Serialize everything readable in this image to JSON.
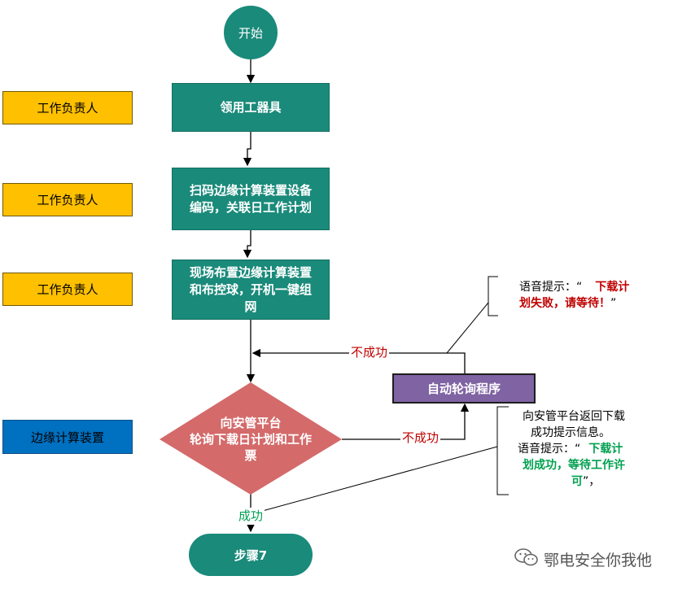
{
  "start": "开始",
  "end": "步骤7",
  "roles": [
    "工作负责人",
    "工作负责人",
    "工作负责人",
    "边缘计算装置"
  ],
  "steps": {
    "s1": "领用工器具",
    "s2_l1": "扫码边缘计算装置设备",
    "s2_l2": "编码，关联日工作计划",
    "s3_l1": "现场布置边缘计算装置",
    "s3_l2": "和布控球，开机一键组",
    "s3_l3": "网"
  },
  "decision": {
    "l1": "向安管平台",
    "l2": "轮询下载日计划和工作",
    "l3": "票"
  },
  "poll": "自动轮询程序",
  "edges": {
    "fail_1": "不成功",
    "fail_2": "不成功",
    "success": "成功"
  },
  "note_fail": {
    "prefix": "语音提示：“",
    "highlight_1": "下载计",
    "highlight_2": "划失败，请等待！",
    "suffix": "”"
  },
  "note_success": {
    "line1": "向安管平台返回下载",
    "line2": "成功提示信息。",
    "prefix": "语音提示：“",
    "highlight_1": "下载计",
    "highlight_2": "划成功，等待工作许",
    "highlight_3": "可",
    "suffix": "”，"
  },
  "watermark": "鄂电安全你我他",
  "colors": {
    "step": "#1a8a7a",
    "role": "#ffc000",
    "role_device": "#0070c0",
    "decision": "#d46a6a",
    "poll": "#7f63a3",
    "fail_text": "#c00000",
    "success_text": "#00a050"
  }
}
